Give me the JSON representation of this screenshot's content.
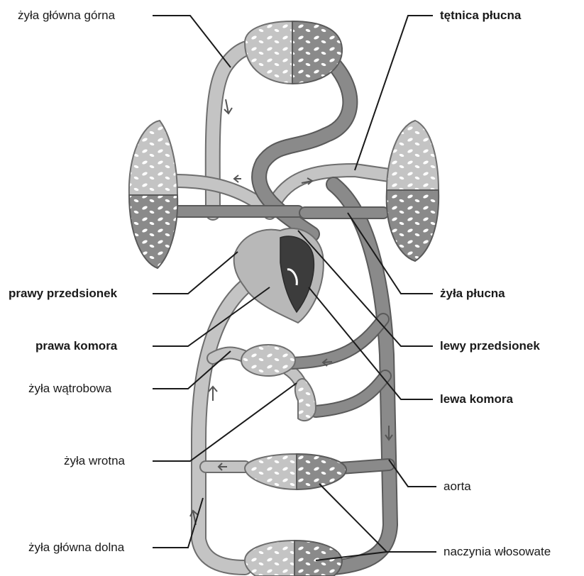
{
  "labels": {
    "superior_vena_cava": "żyła główna górna",
    "pulmonary_artery": "tętnica płucna",
    "right_atrium": "prawy przedsionek",
    "pulmonary_vein": "żyła płucna",
    "right_ventricle": "prawa komora",
    "left_atrium": "lewy przedsionek",
    "hepatic_vein": "żyła wątrobowa",
    "left_ventricle": "lewa komora",
    "portal_vein": "żyła wrotna",
    "aorta": "aorta",
    "inferior_vena_cava": "żyła główna dolna",
    "capillaries": "naczynia włosowate"
  },
  "colors": {
    "oxygenated": "#8a8a8a",
    "deoxygenated": "#c4c4c4",
    "outline": "#6e6e6e",
    "heart_dark": "#3c3c3c",
    "leader_line": "#1a1a1a"
  }
}
